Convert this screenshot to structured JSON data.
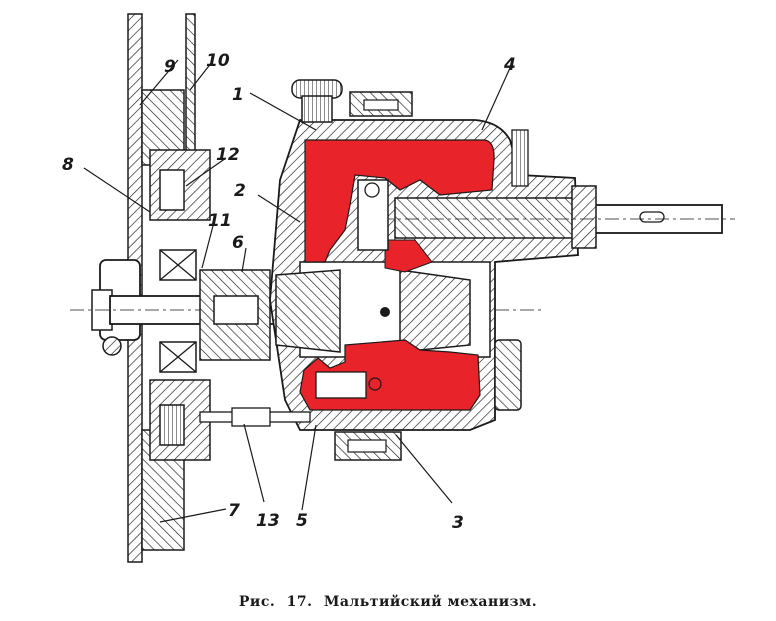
{
  "figure": {
    "caption": {
      "prefix": "Рис.",
      "number": "17.",
      "title": "Мальтийский механизм."
    },
    "callouts": [
      {
        "id": "1",
        "text": "1"
      },
      {
        "id": "2",
        "text": "2"
      },
      {
        "id": "3",
        "text": "3"
      },
      {
        "id": "4",
        "text": "4"
      },
      {
        "id": "5",
        "text": "5"
      },
      {
        "id": "6",
        "text": "6"
      },
      {
        "id": "7",
        "text": "7"
      },
      {
        "id": "8",
        "text": "8"
      },
      {
        "id": "9",
        "text": "9"
      },
      {
        "id": "10",
        "text": "10"
      },
      {
        "id": "11",
        "text": "11"
      },
      {
        "id": "12",
        "text": "12"
      },
      {
        "id": "13",
        "text": "13"
      }
    ],
    "colors": {
      "ink": "#1a1a1a",
      "highlight": "#e8232a",
      "paper": "#ffffff"
    }
  }
}
